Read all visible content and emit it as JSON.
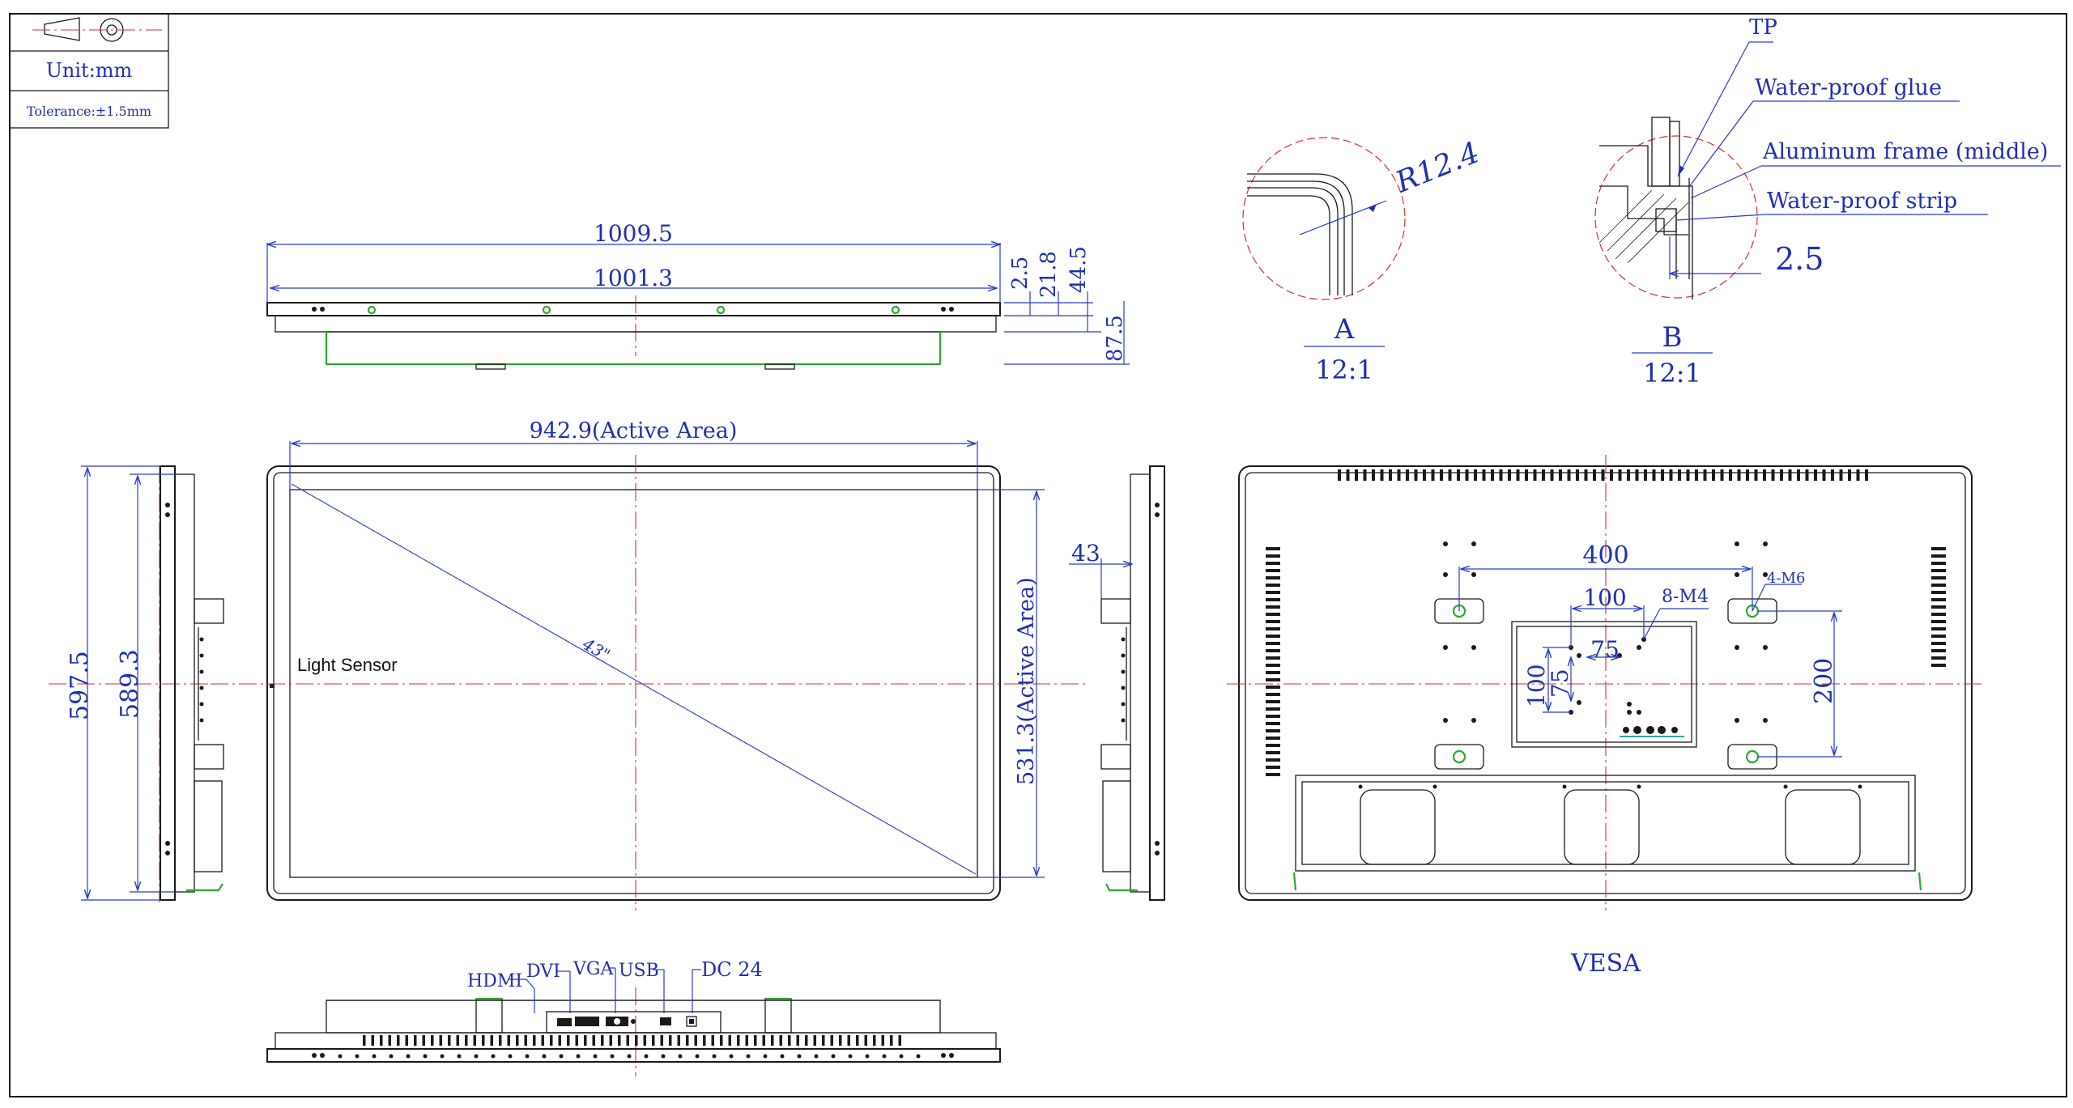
{
  "title_block": {
    "unit": "Unit:mm",
    "tolerance": "Tolerance:±1.5mm",
    "projection_symbol": "first-angle-projection-icon"
  },
  "top_view": {
    "overall_width": "1009.5",
    "frame_width": "1001.3",
    "d1": "2.5",
    "d2": "21.8",
    "d3": "44.5",
    "d4": "87.5"
  },
  "front_view": {
    "active_width": "942.9(Active Area)",
    "active_height": "531.3(Active Area)",
    "diagonal": "43\"",
    "light_sensor": "Light Sensor"
  },
  "side_view": {
    "overall_height": "597.5",
    "inner_height": "589.3"
  },
  "right_side": {
    "depth": "43"
  },
  "detail_a": {
    "radius": "R12.4",
    "label": "A",
    "scale": "12:1"
  },
  "detail_b": {
    "tp": "TP",
    "glue": "Water-proof glue",
    "frame": "Aluminum frame (middle)",
    "strip": "Water-proof strip",
    "gap": "2.5",
    "label": "B",
    "scale": "12:1"
  },
  "rear_view": {
    "vesa_w": "400",
    "vesa_h": "200",
    "small_w": "100",
    "small_h": "100",
    "inner_w": "75",
    "inner_h": "75",
    "m4": "8-M4",
    "m6": "4-M6",
    "caption": "VESA"
  },
  "bottom_view": {
    "hdmi": "HDMI",
    "dvi": "DVI",
    "vga": "VGA",
    "usb": "USB",
    "dc": "DC 24"
  },
  "colors": {
    "dimension": "#1f2fb0",
    "centerline": "#d23030",
    "outline": "#1a1a1a",
    "highlight": "#2ea82e"
  }
}
